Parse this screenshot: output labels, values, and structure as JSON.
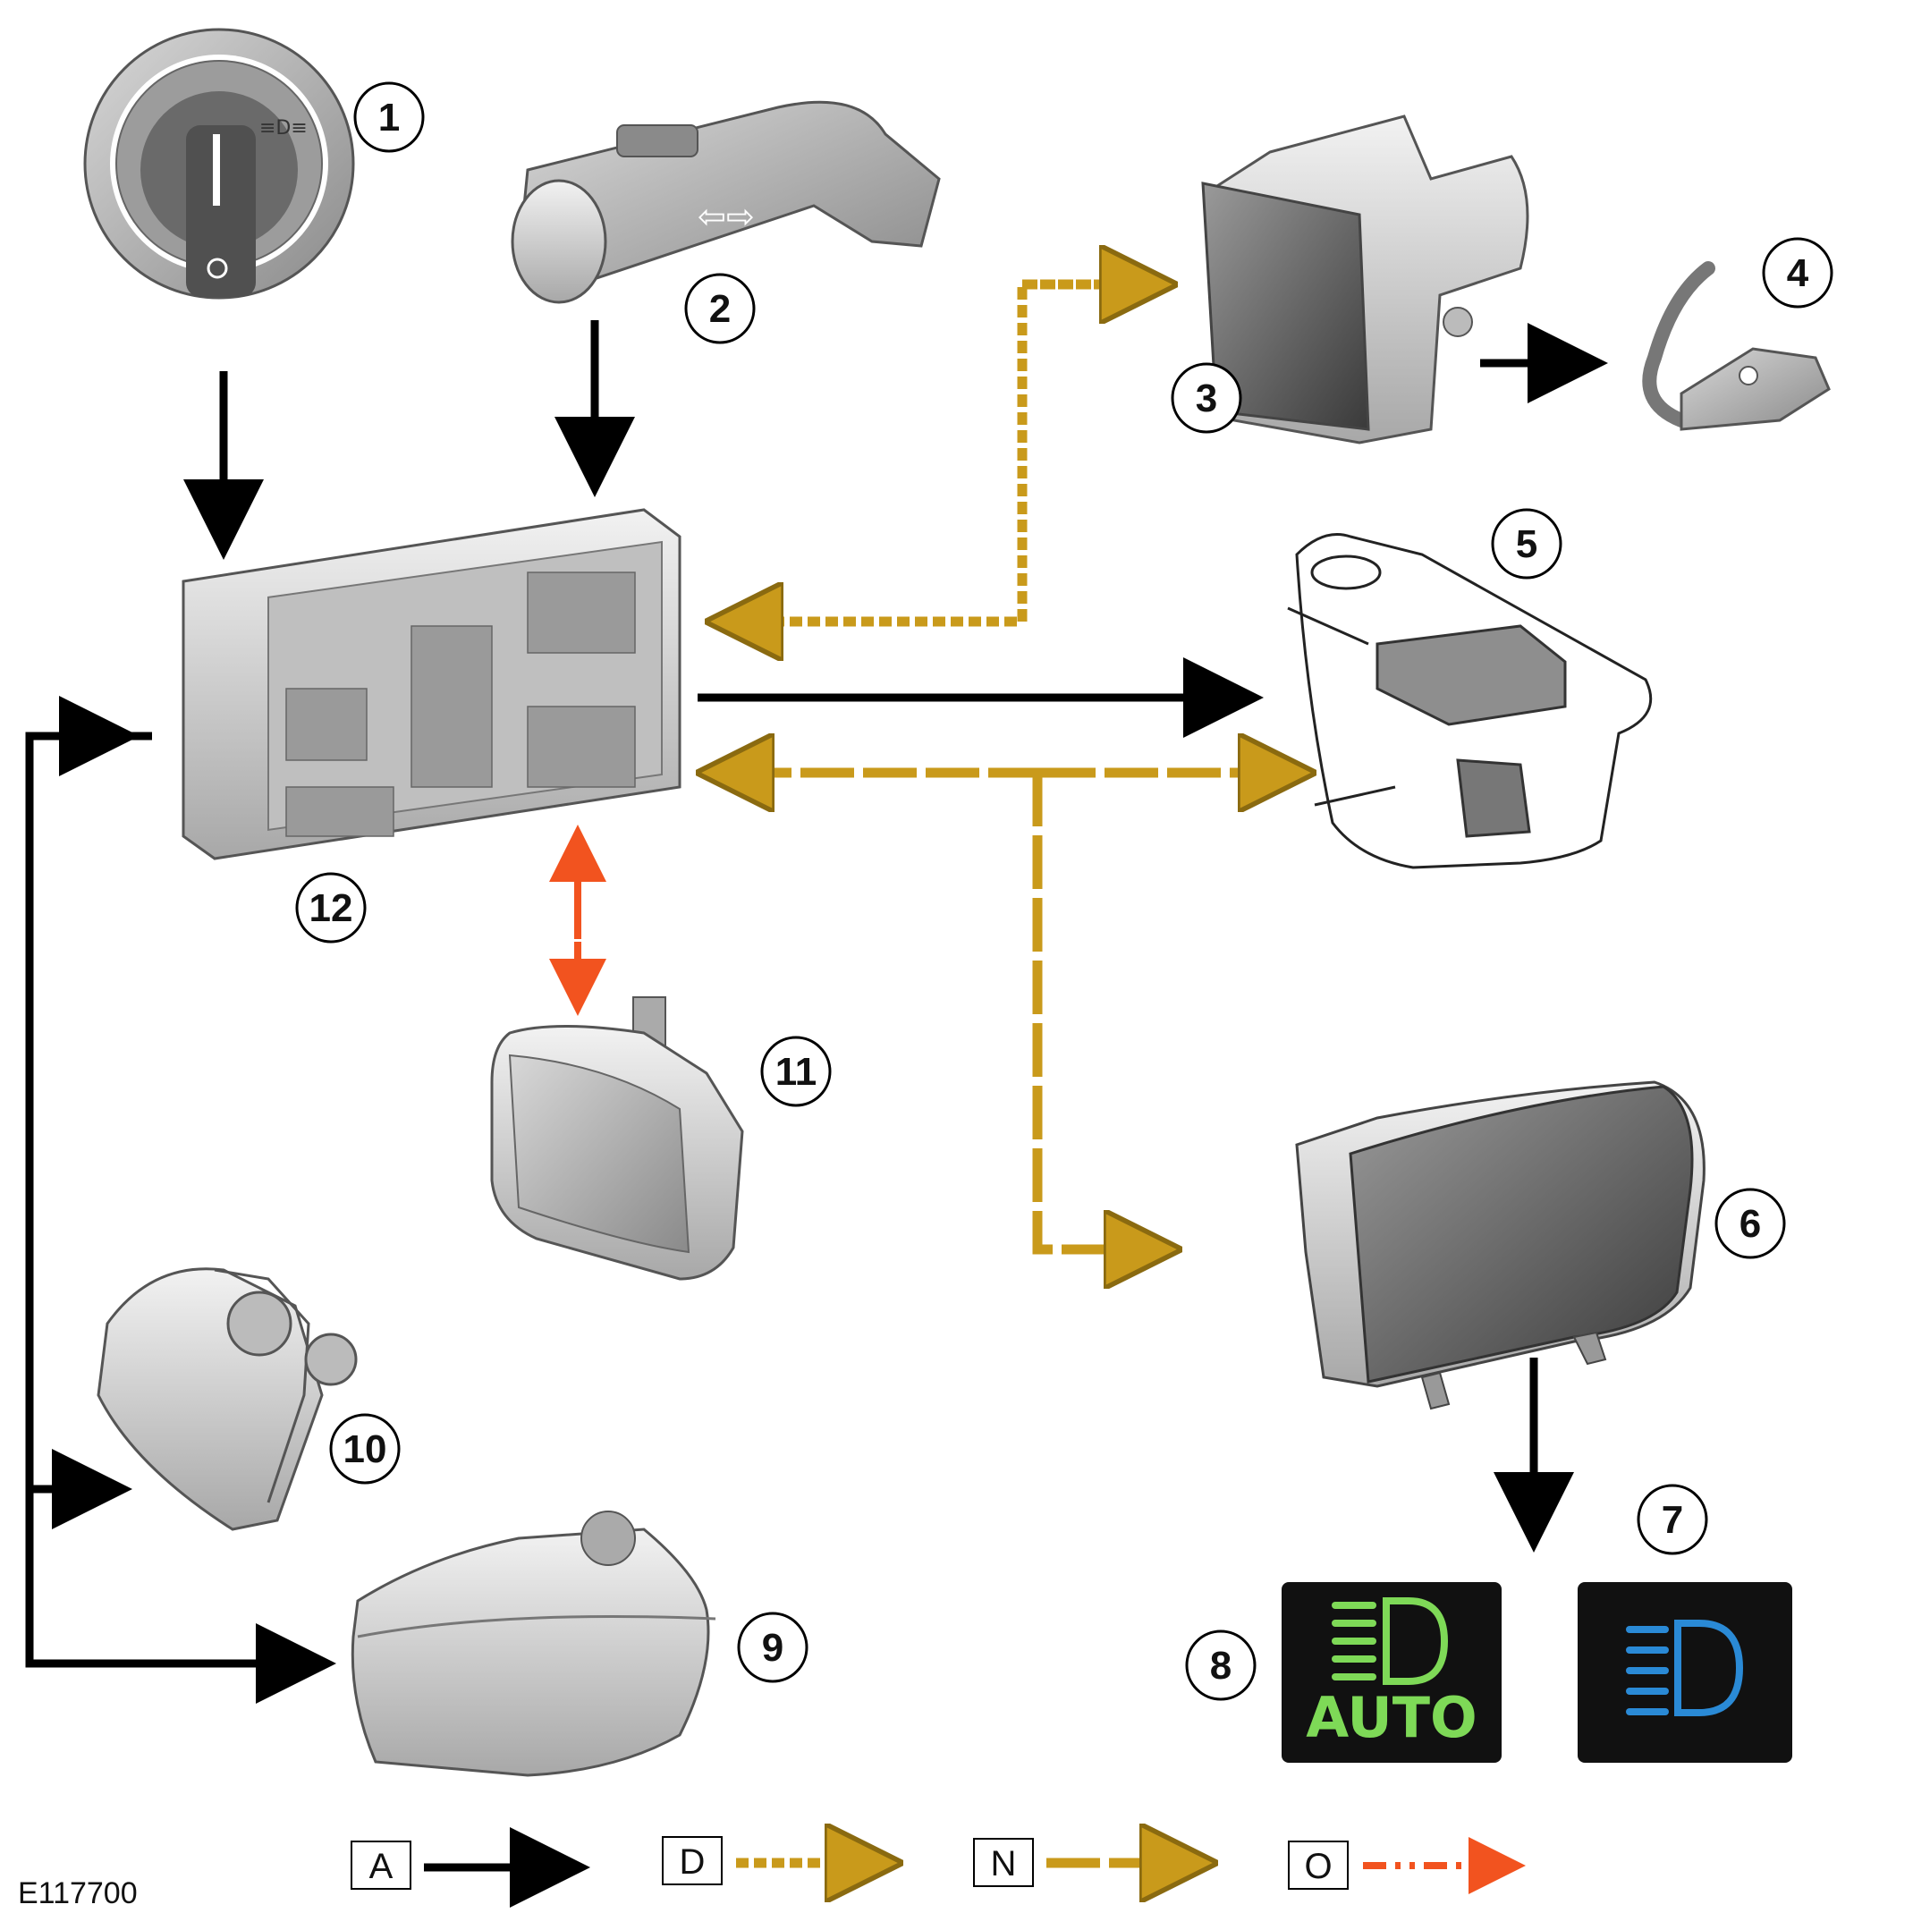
{
  "labels": [
    "1",
    "2",
    "3",
    "4",
    "5",
    "6",
    "7",
    "8",
    "9",
    "10",
    "11",
    "12"
  ],
  "legend": [
    {
      "key": "A",
      "style": "solid"
    },
    {
      "key": "D",
      "style": "dashed-gold"
    },
    {
      "key": "N",
      "style": "dotted-gold"
    },
    {
      "key": "O",
      "style": "dashdot-orange"
    }
  ],
  "indicator_auto_text": "AUTO",
  "figure_ref": "E117700",
  "colors": {
    "line": "#000000",
    "gold": "#c99a1b",
    "orange": "#f2531f",
    "green": "#7ed957",
    "blue": "#2a8ad6"
  }
}
